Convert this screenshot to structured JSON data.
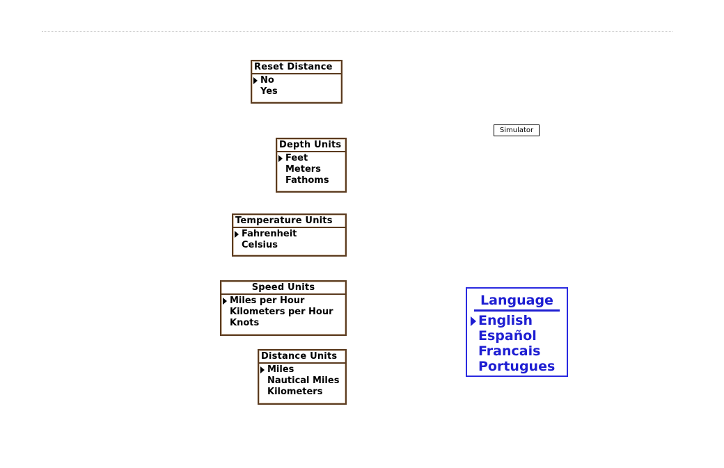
{
  "menus": {
    "reset_distance": {
      "title": "Reset Distance",
      "options": [
        "No",
        "Yes"
      ],
      "selected": "No"
    },
    "depth_units": {
      "title": "Depth Units",
      "options": [
        "Feet",
        "Meters",
        "Fathoms"
      ],
      "selected": "Feet"
    },
    "temperature_units": {
      "title": "Temperature Units",
      "options": [
        "Fahrenheit",
        "Celsius"
      ],
      "selected": "Fahrenheit"
    },
    "speed_units": {
      "title": "Speed Units",
      "options": [
        "Miles per Hour",
        "Kilometers per Hour",
        "Knots"
      ],
      "selected": "Miles per Hour"
    },
    "distance_units": {
      "title": "Distance Units",
      "options": [
        "Miles",
        "Nautical Miles",
        "Kilometers"
      ],
      "selected": "Miles"
    }
  },
  "language": {
    "title": "Language",
    "options": [
      "English",
      "Español",
      "Francais",
      "Portugues"
    ],
    "selected": "English"
  },
  "simulator_button": {
    "label": "Simulator"
  },
  "colors": {
    "menu_border": "#5a3a1e",
    "language_blue": "#1e1ed2"
  },
  "icons": {
    "selection": "right-triangle-arrow"
  }
}
